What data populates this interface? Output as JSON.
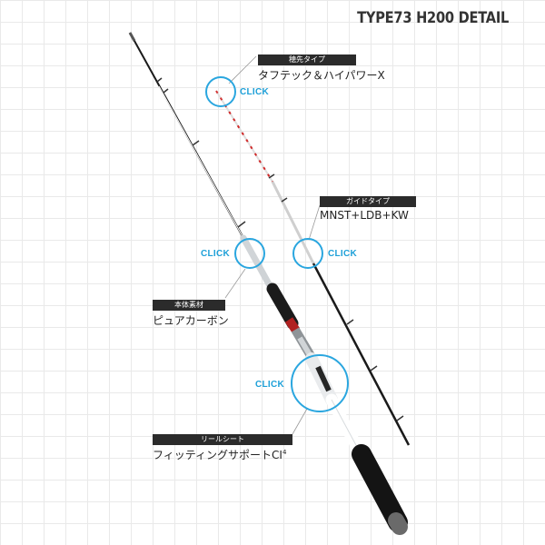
{
  "title": "TYPE73 H200 DETAIL",
  "click_label": "CLICK",
  "specs": {
    "tip": {
      "tag": "穂先タイプ",
      "value": "タフテック＆ハイパワーX"
    },
    "guide": {
      "tag": "ガイドタイプ",
      "value": "MNST+LDB+KW"
    },
    "body": {
      "tag": "本体素材",
      "value": "ピュアカーボン"
    },
    "reel": {
      "tag": "リールシート",
      "value": "フィッティングサポートCI",
      "sup": "4"
    }
  },
  "colors": {
    "accent": "#2aa6df",
    "label_bg": "#2b2b2b",
    "text": "#222222"
  }
}
